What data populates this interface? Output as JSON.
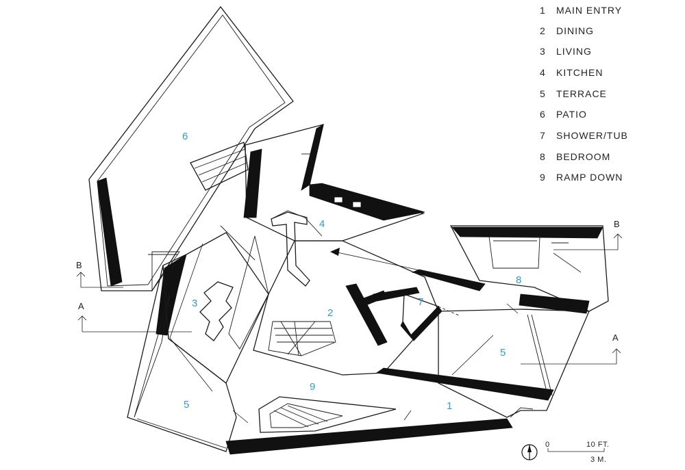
{
  "legend": [
    {
      "num": "1",
      "label": "MAIN ENTRY"
    },
    {
      "num": "2",
      "label": "DINING"
    },
    {
      "num": "3",
      "label": "LIVING"
    },
    {
      "num": "4",
      "label": "KITCHEN"
    },
    {
      "num": "5",
      "label": "TERRACE"
    },
    {
      "num": "6",
      "label": "PATIO"
    },
    {
      "num": "7",
      "label": "SHOWER/TUB"
    },
    {
      "num": "8",
      "label": "BEDROOM"
    },
    {
      "num": "9",
      "label": "RAMP DOWN"
    }
  ],
  "room_labels": {
    "patio": "6",
    "kitchen": "4",
    "living": "3",
    "dining": "2",
    "shower": "7",
    "bedroom": "8",
    "terrace_right": "5",
    "terrace_left": "5",
    "ramp": "9",
    "entry": "1"
  },
  "section_marks": {
    "b_left": "B",
    "b_right": "B",
    "a_left": "A",
    "a_right": "A"
  },
  "scale": {
    "zero": "0",
    "feet": "10 FT.",
    "meters": "3 M."
  },
  "colors": {
    "room_label": "#2a9fd6",
    "linework": "#1a1a1a",
    "text": "#222222"
  }
}
